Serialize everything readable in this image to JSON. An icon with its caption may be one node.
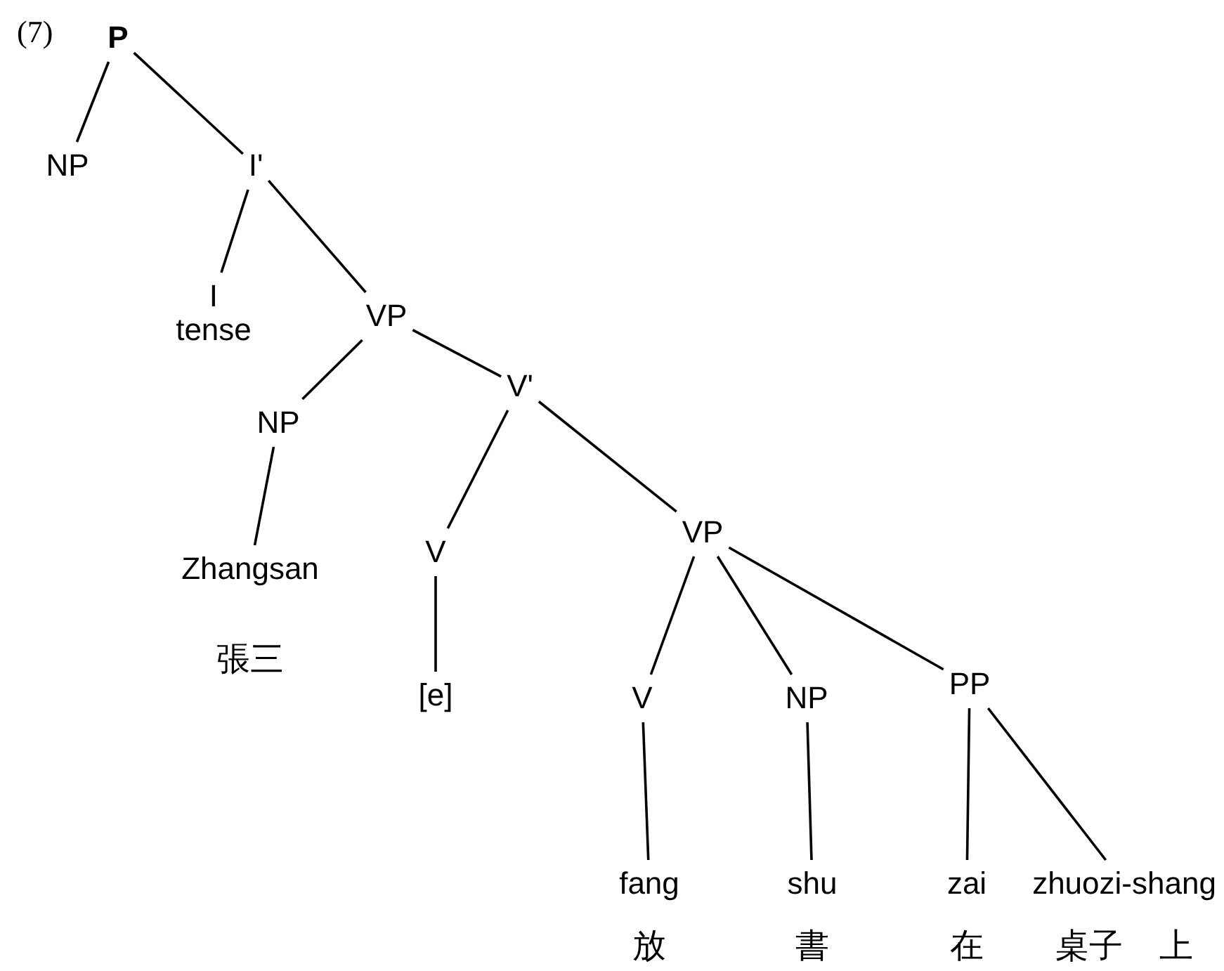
{
  "diagram": {
    "nodes": [
      {
        "text": [
          "P"
        ]
      },
      {
        "text": [
          "NP"
        ]
      },
      {
        "text": [
          "I'"
        ]
      },
      {
        "text": [
          "I",
          "tense"
        ]
      },
      {
        "text": [
          "VP"
        ]
      },
      {
        "text": [
          "NP"
        ]
      },
      {
        "text": [
          "V'"
        ]
      },
      {
        "text": [
          "Zhangsan"
        ],
        "beside": [
          "張三"
        ]
      },
      {
        "text": [
          "V"
        ]
      },
      {
        "text": [
          "[e]"
        ]
      },
      {
        "text": [
          "VP"
        ]
      },
      {
        "text": [
          "V"
        ]
      },
      {
        "text": [
          "NP"
        ]
      },
      {
        "text": [
          "PP"
        ]
      },
      {
        "text": [
          "fang"
        ],
        "beside": [
          "放"
        ]
      },
      {
        "text": [
          "shu"
        ],
        "beside": [
          "書"
        ]
      },
      {
        "text": [
          "zai"
        ],
        "beside": [
          "在"
        ]
      },
      {
        "text": [
          "zhuozi-shang"
        ],
        "beside": [
          "桌子 上"
        ]
      }
    ],
    "edges": [
      {
        "from": 0,
        "to": 1,
        "arrow": "none"
      },
      {
        "from": 0,
        "to": 2,
        "arrow": "none"
      },
      {
        "from": 2,
        "to": 3,
        "arrow": "none"
      },
      {
        "from": 2,
        "to": 4,
        "arrow": "none"
      },
      {
        "from": 4,
        "to": 5,
        "arrow": "none"
      },
      {
        "from": 4,
        "to": 6,
        "arrow": "none"
      },
      {
        "from": 5,
        "to": 7,
        "arrow": "none"
      },
      {
        "from": 6,
        "to": 8,
        "arrow": "none"
      },
      {
        "from": 6,
        "to": 10,
        "arrow": "none"
      },
      {
        "from": 8,
        "to": 9,
        "arrow": "none"
      },
      {
        "from": 10,
        "to": 11,
        "arrow": "none"
      },
      {
        "from": 10,
        "to": 12,
        "arrow": "none"
      },
      {
        "from": 10,
        "to": 13,
        "arrow": "none"
      },
      {
        "from": 11,
        "to": 14,
        "arrow": "none"
      },
      {
        "from": 12,
        "to": 15,
        "arrow": "none"
      },
      {
        "from": 13,
        "to": 16,
        "arrow": "none"
      },
      {
        "from": 13,
        "to": 17,
        "arrow": "none"
      }
    ],
    "labels": [
      "(7)"
    ]
  }
}
